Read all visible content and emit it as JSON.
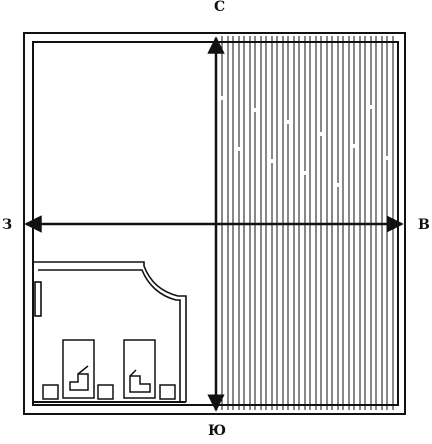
{
  "compass": {
    "north": "С",
    "south": "Ю",
    "west": "З",
    "east": "В"
  },
  "colors": {
    "ink": "#111111",
    "background": "#ffffff"
  },
  "icons": [
    "arrow-up-icon",
    "arrow-down-icon",
    "arrow-left-icon",
    "arrow-right-icon"
  ]
}
